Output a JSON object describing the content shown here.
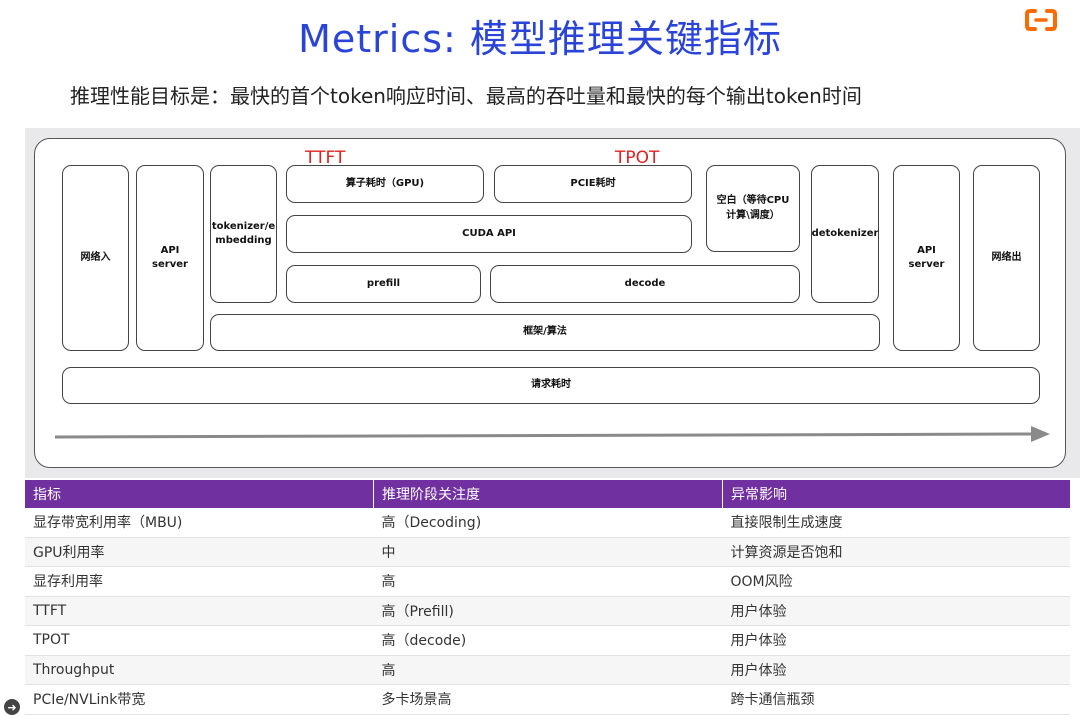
{
  "title": "Metrics: 模型推理关键指标",
  "subtitle": "推理性能目标是：最快的首个token响应时间、最高的吞吐量和最快的每个输出token时间",
  "logo_color": "#ff6a00",
  "diagram": {
    "labels": {
      "ttft": "TTFT",
      "tpot": "TPOT"
    },
    "boxes": {
      "network_in": "网络入",
      "api_server_in": "API server",
      "tokenizer": "tokenizer/e\nmbedding",
      "operator_time": "算子耗时（GPU)",
      "pcie_time": "PCIE耗时",
      "idle": "空白（等待CPU\n计算\\调度）",
      "detokenizer": "detokenizer",
      "api_server_out": "API server",
      "network_out": "网络出",
      "cuda_api": "CUDA API",
      "prefill": "prefill",
      "decode": "decode",
      "framework": "框架/算法",
      "request_time": "请求耗时"
    }
  },
  "table": {
    "header_color": "#7030a0",
    "headers": [
      "指标",
      "推理阶段关注度",
      "异常影响"
    ],
    "rows": [
      [
        "显存带宽利用率（MBU)",
        "高（Decoding)",
        "直接限制生成速度"
      ],
      [
        "GPU利用率",
        "中",
        "计算资源是否饱和"
      ],
      [
        "显存利用率",
        "高",
        "OOM风险"
      ],
      [
        "TTFT",
        "高（Prefill)",
        "用户体验"
      ],
      [
        "TPOT",
        "高（decode)",
        "用户体验"
      ],
      [
        "Throughput",
        "高",
        "用户体验"
      ],
      [
        "PCIe/NVLink带宽",
        "多卡场景高",
        "跨卡通信瓶颈"
      ]
    ]
  },
  "nav_icon": "arrow-right-icon"
}
